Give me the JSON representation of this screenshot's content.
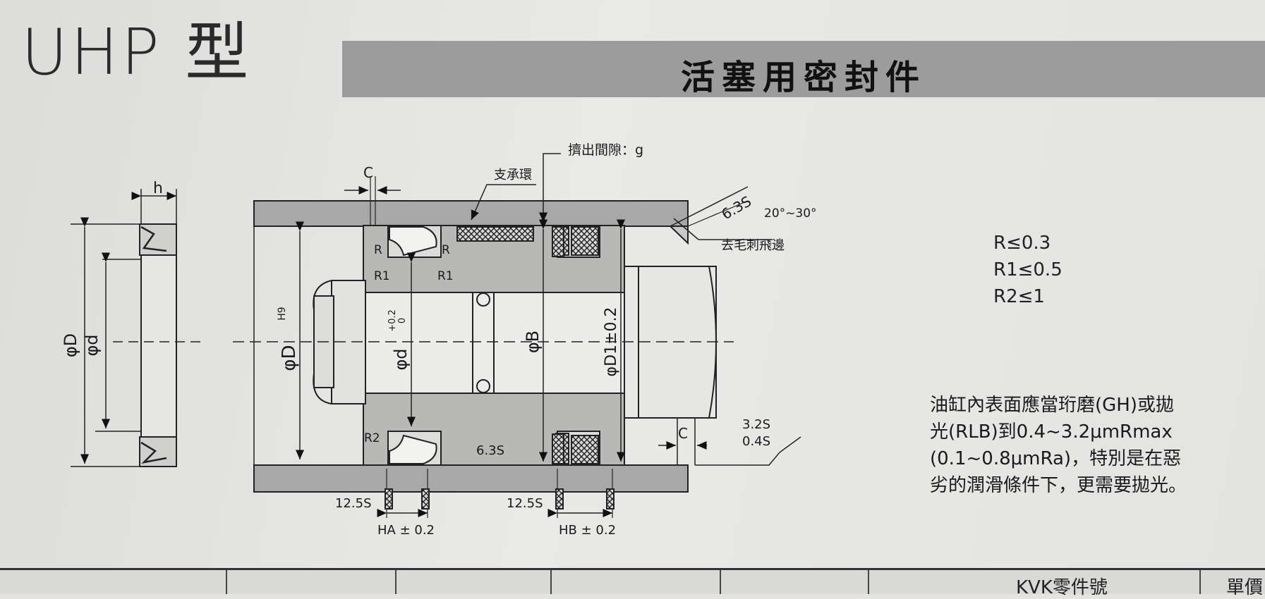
{
  "header": {
    "model": "UHP 型",
    "section": "活塞用密封件"
  },
  "diagram": {
    "label_extrusion_gap": "擠出間隙：g",
    "label_support_ring": "支承環",
    "label_c_top": "C",
    "label_c_bottom": "C",
    "label_h": "h",
    "label_phi_D": "φD",
    "label_phi_d": "φd",
    "label_phi_D_H9": "φD",
    "label_H9": "H9",
    "label_phi_d_tol": "φd",
    "label_d_tol_upper": "+0.2",
    "label_d_tol_lower": "0",
    "label_phi_B": "φB",
    "label_phi_D1": "φD1±0.2",
    "label_R_left": "R",
    "label_R_right": "R",
    "label_R1_left": "R1",
    "label_R1_right": "R1",
    "label_R2": "R2",
    "label_roughness_groove": "6.3S",
    "label_roughness_chamfer": "6.3S",
    "label_angle": "20°~30°",
    "label_deburr": "去毛刺飛邊",
    "label_roughness_3_2": "3.2S",
    "label_roughness_0_4": "0.4S",
    "label_12_5_left": "12.5S",
    "label_12_5_right": "12.5S",
    "label_HA": "HA ± 0.2",
    "label_HB": "HB ± 0.2"
  },
  "radius_limits": [
    "R≤0.3",
    "R1≤0.5",
    "R2≤1"
  ],
  "note_lines": [
    "油缸內表面應當珩磨(GH)或拋",
    "光(RLB)到0.4~3.2μmRmax",
    "(0.1~0.8μmRa)，特別是在惡",
    "劣的潤滑條件下，更需要拋光。"
  ],
  "table_headers": [
    "KVK零件號",
    "單價"
  ]
}
